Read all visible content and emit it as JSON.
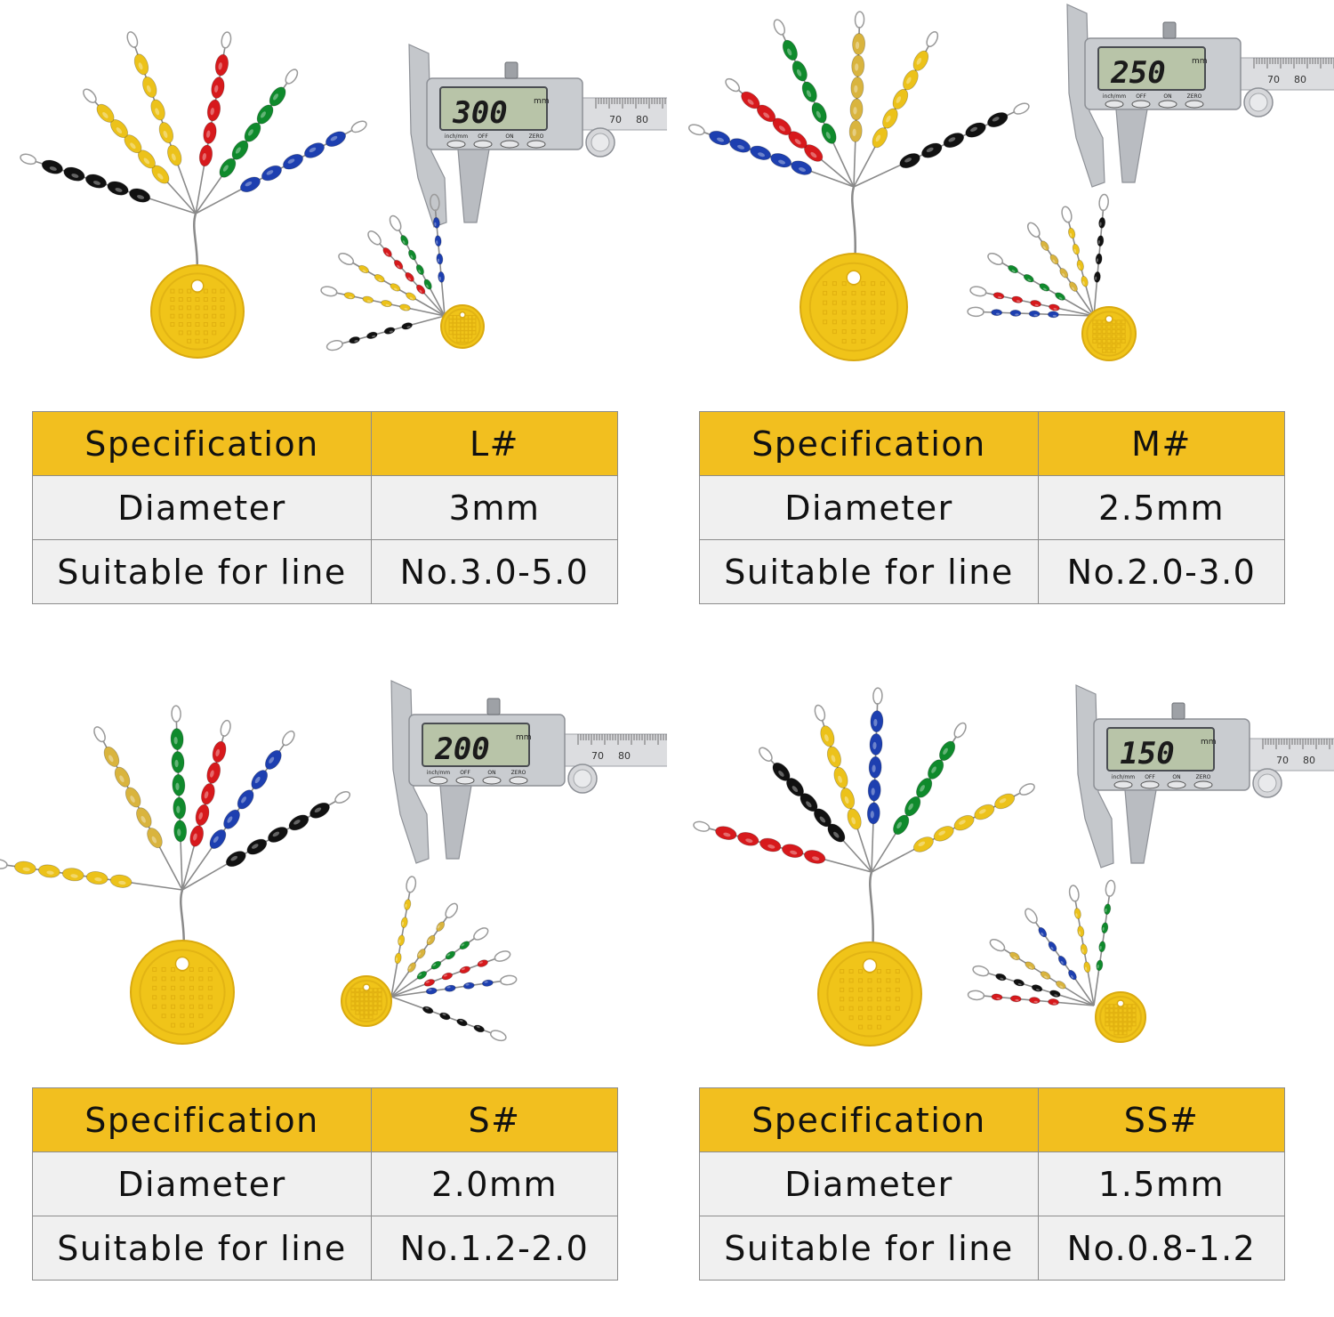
{
  "colors": {
    "header_fill": "#f2bf1f",
    "row_fill": "#f0f0f0",
    "border": "#8c8c8c",
    "bead_yellow": "#ecc21a",
    "bead_dark_yellow": "#d9b43e",
    "bead_red": "#d7191c",
    "bead_green": "#0f8a2c",
    "bead_blue": "#1d3fb0",
    "bead_black": "#111111",
    "caliper_steel": "#c9ccd0",
    "lcd": "#b8c4a8"
  },
  "panels": [
    {
      "id": "L",
      "caliper_reading": "300",
      "caliper_unit": "mm",
      "caliper_buttons": [
        "inch/mm",
        "OFF",
        "ON",
        "ZERO"
      ],
      "scale_ticks": [
        "70",
        "80"
      ],
      "table": {
        "header": [
          "Specification",
          "L#"
        ],
        "rows": [
          [
            "Diameter",
            "3mm"
          ],
          [
            "Suitable for line",
            "No.3.0-5.0"
          ]
        ]
      }
    },
    {
      "id": "M",
      "caliper_reading": "250",
      "caliper_unit": "mm",
      "caliper_buttons": [
        "inch/mm",
        "OFF",
        "ON",
        "ZERO"
      ],
      "scale_ticks": [
        "70",
        "80"
      ],
      "table": {
        "header": [
          "Specification",
          "M#"
        ],
        "rows": [
          [
            "Diameter",
            "2.5mm"
          ],
          [
            "Suitable for line",
            "No.2.0-3.0"
          ]
        ]
      }
    },
    {
      "id": "S",
      "caliper_reading": "200",
      "caliper_unit": "mm",
      "caliper_buttons": [
        "inch/mm",
        "OFF",
        "ON",
        "ZERO"
      ],
      "scale_ticks": [
        "70",
        "80"
      ],
      "table": {
        "header": [
          "Specification",
          "S#"
        ],
        "rows": [
          [
            "Diameter",
            "2.0mm"
          ],
          [
            "Suitable for line",
            "No.1.2-2.0"
          ]
        ]
      }
    },
    {
      "id": "SS",
      "caliper_reading": "150",
      "caliper_unit": "mm",
      "caliper_buttons": [
        "inch/mm",
        "OFF",
        "ON",
        "ZERO"
      ],
      "scale_ticks": [
        "70",
        "80"
      ],
      "table": {
        "header": [
          "Specification",
          "SS#"
        ],
        "rows": [
          [
            "Diameter",
            "1.5mm"
          ],
          [
            "Suitable for line",
            "No.0.8-1.2"
          ]
        ]
      }
    }
  ]
}
